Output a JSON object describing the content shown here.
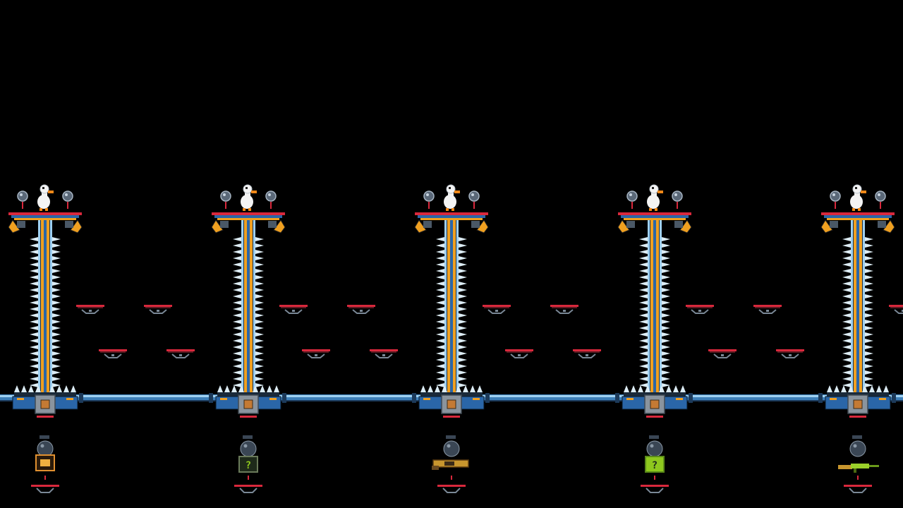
{
  "scene": {
    "background_color": "#000000",
    "palette": {
      "rail_blue": "#3d7fb8",
      "rail_light": "#9fd0f0",
      "pillar_orange": "#f0a020",
      "pillar_blue": "#2a66a8",
      "spike_white": "#dcecf4",
      "platform_red": "#d8283c",
      "platform_grey": "#7a8896",
      "duck_white": "#f4f4f4",
      "duck_orange": "#f08818",
      "orb_grey": "#5a6878",
      "bomb_dark": "#3a4654",
      "crate_green": "#8ec81e",
      "crate_dark": "#1e2a1a",
      "crate_orange": "#e09030",
      "gun_gold": "#c8962e",
      "gun_green": "#9ad02a"
    },
    "towers": [
      {
        "label": "tower-1",
        "player": "duck-1",
        "item": "orange-crate"
      },
      {
        "label": "tower-2",
        "player": "duck-2",
        "item": "mystery-crate"
      },
      {
        "label": "tower-3",
        "player": "duck-3",
        "item": "grenade-launcher"
      },
      {
        "label": "tower-4",
        "player": "duck-4",
        "item": "mystery-crate-green"
      },
      {
        "label": "tower-5",
        "player": "duck-5",
        "item": "laser-rifle"
      }
    ],
    "crate_glyph": "?",
    "hidden_labels": {
      "game_hint": ""
    }
  }
}
